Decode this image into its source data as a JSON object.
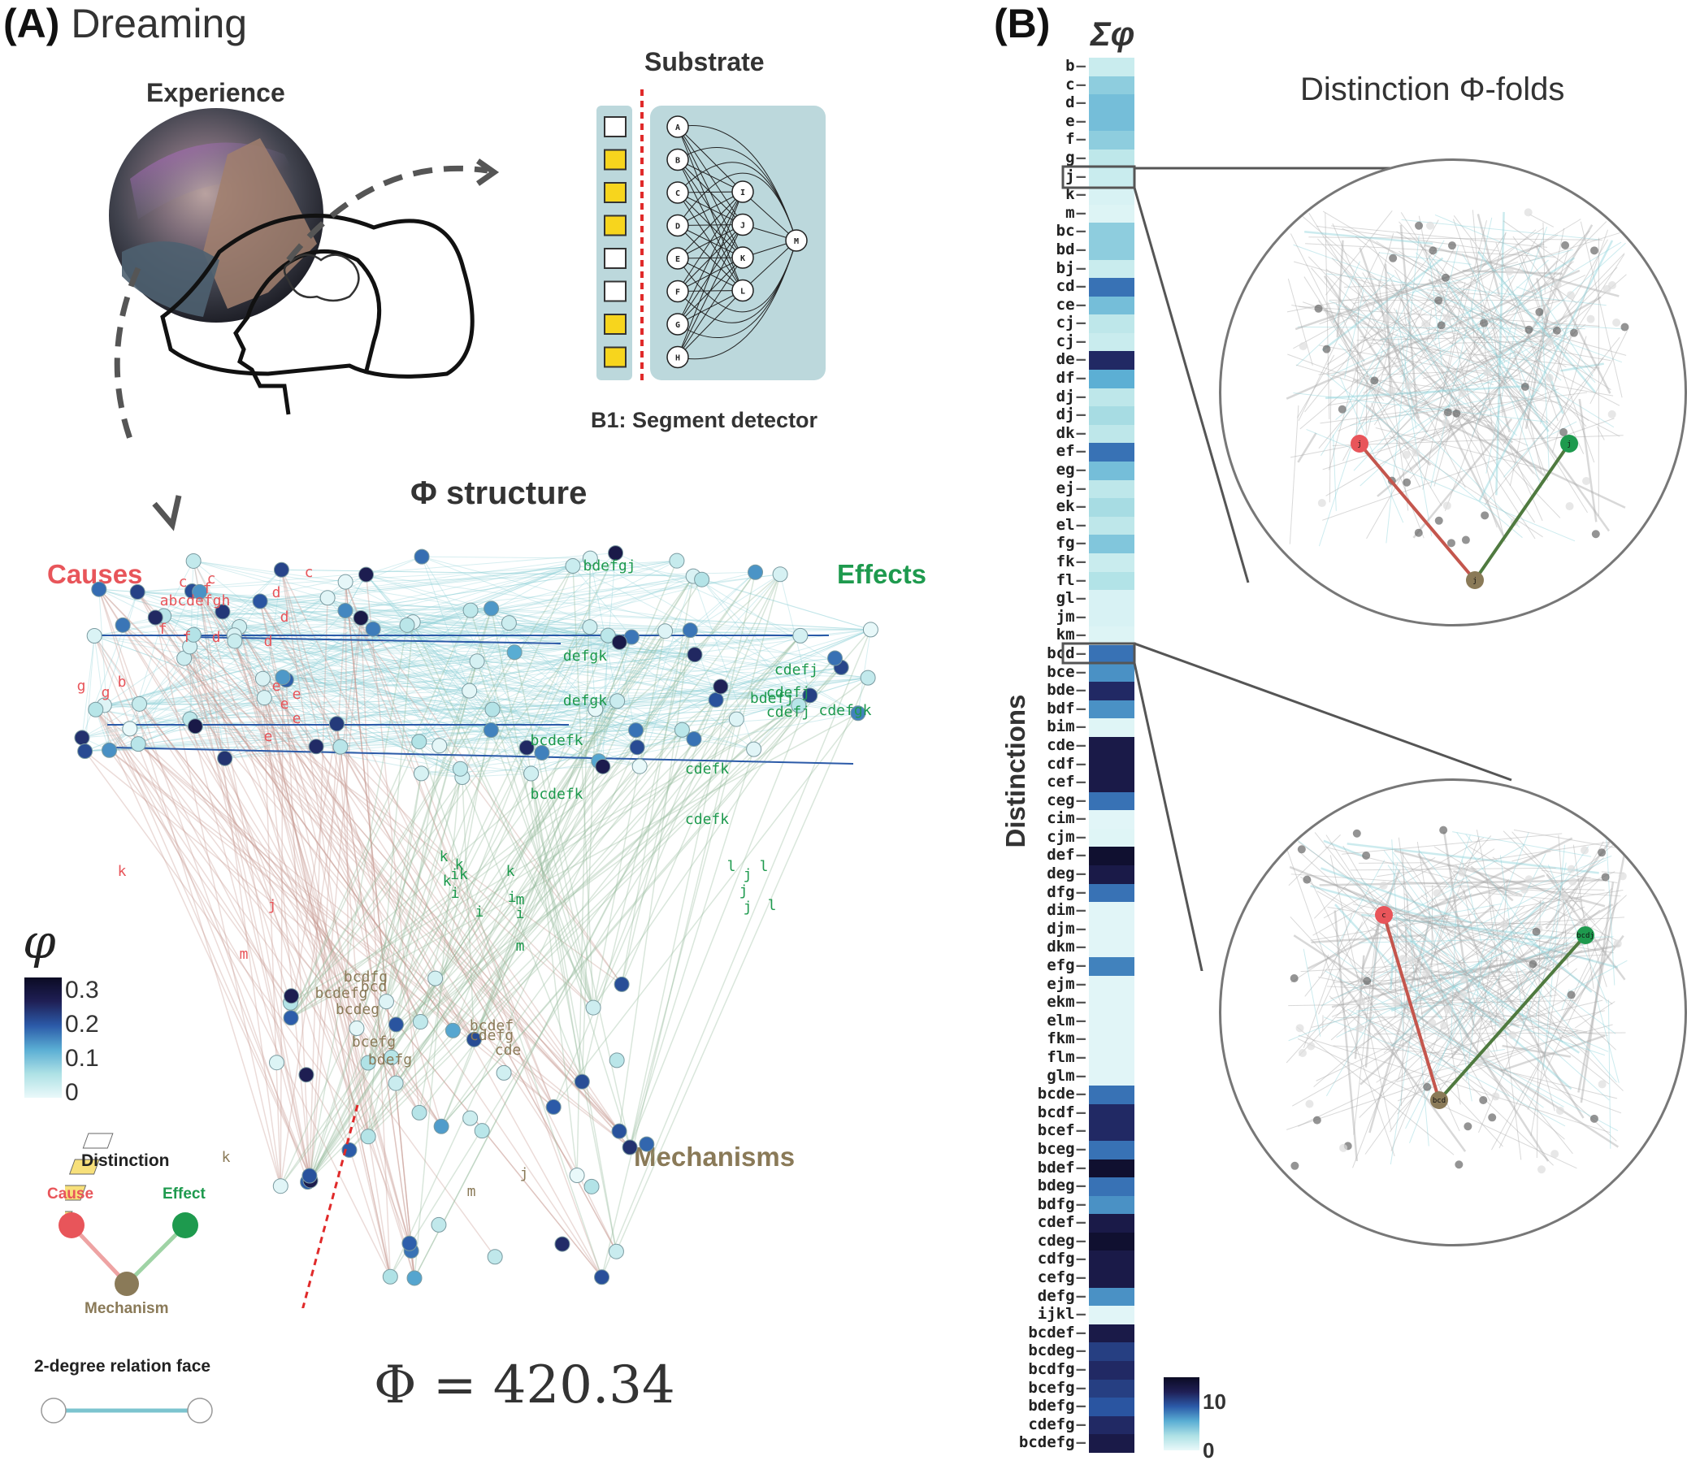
{
  "panelA": {
    "letter": "(A)",
    "title": "Dreaming",
    "experience_label": "Experience",
    "substrate_label": "Substrate",
    "substrate_caption": "B1: Segment detector",
    "substrate_nodes": [
      "A",
      "B",
      "C",
      "D",
      "E",
      "F",
      "G",
      "H",
      "I",
      "J",
      "K",
      "L",
      "M"
    ],
    "phi_structure_label": "Φ structure",
    "causes_label": "Causes",
    "effects_label": "Effects",
    "mechanisms_label": "Mechanisms",
    "phi_value": "Φ = 420.34",
    "cause_labels": [
      "abcdefgh",
      "c",
      "d",
      "d",
      "d",
      "d",
      "c",
      "c",
      "f",
      "f",
      "f",
      "e",
      "e",
      "e",
      "e",
      "e",
      "g",
      "b",
      "g",
      "k",
      "j",
      "m"
    ],
    "effect_labels": [
      "bdefgj",
      "defgk",
      "cdefj",
      "cdefj",
      "bdefj",
      "cdefj",
      "cdefgk",
      "defgk",
      "bcdefk",
      "cdefk",
      "bcdefk",
      "cdefk",
      "k",
      "k",
      "k",
      "k",
      "ik",
      "i",
      "i",
      "i",
      "i",
      "l",
      "j",
      "l",
      "j",
      "l",
      "j",
      "m",
      "m"
    ],
    "mechanism_labels": [
      "bcdfg",
      "bcdefg",
      "bcd",
      "bcdeg",
      "bcdef",
      "cdefg",
      "bcefg",
      "cde",
      "bdefg",
      "k",
      "m",
      "j"
    ],
    "legend": {
      "phi_symbol": "φ",
      "phi_ticks": [
        "0.3",
        "0.2",
        "0.1",
        "0"
      ],
      "distinction_title": "Distinction",
      "cause": "Cause",
      "effect": "Effect",
      "mechanism": "Mechanism",
      "relation_face": "2-degree relation face"
    },
    "colors": {
      "cause": "#e8555a",
      "effect": "#1e9a4e",
      "mechanism": "#8a7a58",
      "relation": "#7cc4cf"
    }
  },
  "panelB": {
    "letter": "(B)",
    "sum_phi_label": "Σφ",
    "fold_title": "Distinction Φ-folds",
    "axis_label": "Distinctions",
    "colorbar_ticks": [
      "10",
      "0"
    ],
    "zoom1_labels": {
      "cause": "j",
      "effect": "j",
      "mechanism": "j"
    },
    "zoom2_labels": {
      "cause": "c",
      "effect": "bcdj",
      "mechanism": "bcd"
    },
    "highlighted": [
      "j",
      "bcd"
    ],
    "heatmap": {
      "labels": [
        "b",
        "c",
        "d",
        "e",
        "f",
        "g",
        "j",
        "k",
        "m",
        "bc",
        "bd",
        "bj",
        "cd",
        "ce",
        "cj",
        "cj",
        "de",
        "df",
        "dj",
        "dj",
        "dk",
        "ef",
        "eg",
        "ej",
        "ek",
        "el",
        "fg",
        "fk",
        "fl",
        "gl",
        "jm",
        "km",
        "bcd",
        "bce",
        "bde",
        "bdf",
        "bim",
        "cde",
        "cdf",
        "cef",
        "ceg",
        "cim",
        "cjm",
        "def",
        "deg",
        "dfg",
        "dim",
        "djm",
        "dkm",
        "efg",
        "ejm",
        "ekm",
        "elm",
        "fkm",
        "flm",
        "glm",
        "bcde",
        "bcdf",
        "bcef",
        "bceg",
        "bdef",
        "bdeg",
        "bdfg",
        "cdef",
        "cdeg",
        "cdfg",
        "cefg",
        "defg",
        "ijkl",
        "bcdef",
        "bcdeg",
        "bcdfg",
        "bcefg",
        "bdefg",
        "cdefg",
        "bcdefg"
      ],
      "values": [
        1.5,
        4,
        5,
        5,
        4,
        2,
        1.5,
        0.8,
        0.6,
        4,
        4,
        1.5,
        8,
        5,
        2,
        1.5,
        11,
        6,
        2,
        3,
        2,
        8,
        5,
        2,
        3,
        2,
        4.5,
        1.5,
        2.5,
        0.8,
        0.8,
        0.6,
        8,
        7,
        11,
        7,
        0.5,
        12,
        12,
        12,
        8,
        0.4,
        0.5,
        13,
        12,
        8,
        0.4,
        0.4,
        0.4,
        7.5,
        0.4,
        0.4,
        0.4,
        0.4,
        0.4,
        0.4,
        8,
        11,
        11,
        8,
        13,
        8,
        7,
        12,
        13,
        12,
        12,
        7,
        0.4,
        12,
        10,
        11,
        10,
        9,
        11,
        12
      ]
    }
  }
}
